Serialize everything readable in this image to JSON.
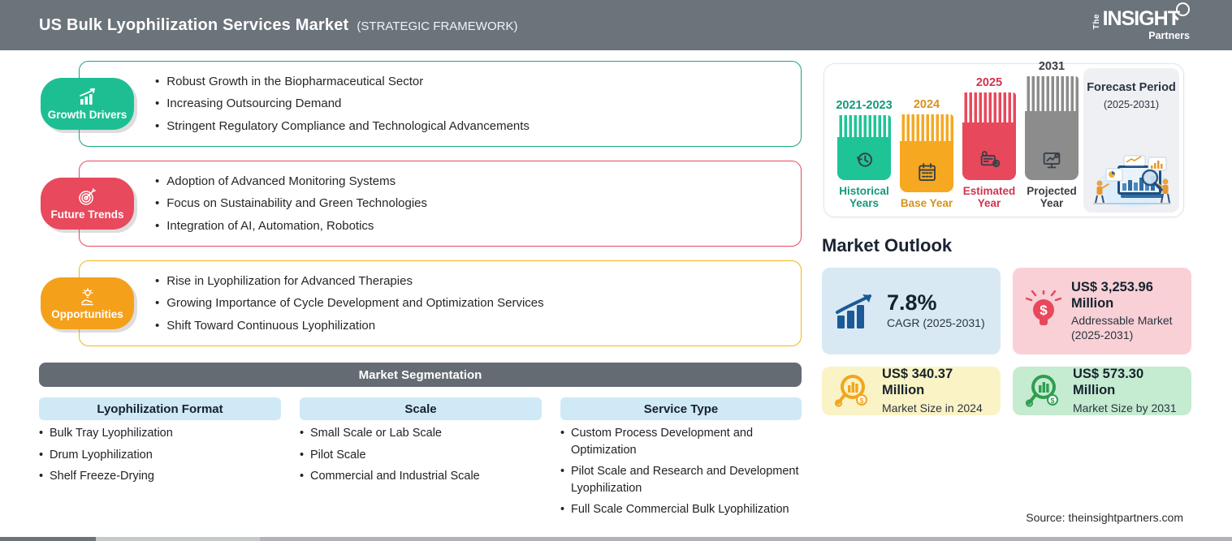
{
  "header": {
    "title": "US Bulk Lyophilization Services Market",
    "subtitle": "(STRATEGIC FRAMEWORK)",
    "logo": {
      "the": "The",
      "insight": "INSIGHT",
      "partners": "Partners"
    }
  },
  "drivers": {
    "label": "Growth Drivers",
    "items": [
      "Robust Growth in the Biopharmaceutical Sector",
      "Increasing Outsourcing Demand",
      "Stringent Regulatory Compliance and Technological Advancements"
    ]
  },
  "trends": {
    "label": "Future Trends",
    "items": [
      "Adoption of Advanced Monitoring Systems",
      "Focus on Sustainability and Green Technologies",
      "Integration of AI, Automation, Robotics"
    ]
  },
  "opportunities": {
    "label": "Opportunities",
    "items": [
      "Rise in Lyophilization for Advanced Therapies",
      "Growing Importance of Cycle Development and Optimization Services",
      "Shift Toward Continuous Lyophilization"
    ]
  },
  "segmentation": {
    "title": "Market Segmentation",
    "columns": [
      {
        "header": "Lyophilization Format",
        "items": [
          "Bulk Tray Lyophilization",
          "Drum Lyophilization",
          "Shelf Freeze-Drying"
        ]
      },
      {
        "header": "Scale",
        "items": [
          "Small Scale or Lab Scale",
          "Pilot Scale",
          "Commercial and Industrial Scale"
        ]
      },
      {
        "header": "Service Type",
        "items": [
          "Custom Process Development and Optimization",
          "Pilot Scale and Research and Development Lyophilization",
          "Full Scale Commercial Bulk Lyophilization"
        ]
      }
    ]
  },
  "timeline": {
    "bars": [
      {
        "year": "2021-2023",
        "caption": "Historical Years",
        "color": "#1EC496",
        "icon": "history-clock-icon"
      },
      {
        "year": "2024",
        "caption": "Base Year",
        "color": "#F6A821",
        "icon": "calendar-icon"
      },
      {
        "year": "2025",
        "caption": "Estimated Year",
        "color": "#E8485C",
        "icon": "estimate-calculator-icon"
      },
      {
        "year": "2031",
        "caption": "Projected Year",
        "color": "#8C8C8C",
        "icon": "projection-screen-icon"
      }
    ],
    "forecast": {
      "title": "Forecast Period",
      "range": "(2025-2031)"
    }
  },
  "outlook": {
    "title": "Market Outlook",
    "cards": [
      {
        "value": "7.8%",
        "label": "CAGR (2025-2031)",
        "icon": "growth-arrow-icon",
        "bg": "#d8e9f4"
      },
      {
        "value": "US$ 3,253.96 Million",
        "label": "Addressable Market (2025-2031)",
        "icon": "bulb-dollar-icon",
        "bg": "#f8d0d5"
      },
      {
        "value": "US$ 340.37 Million",
        "label": "Market Size in 2024",
        "icon": "magnifier-chart-icon",
        "bg": "#faf3c5"
      },
      {
        "value": "US$ 573.30 Million",
        "label": "Market Size by 2031",
        "icon": "magnifier-chart-icon",
        "bg": "#c5ebd1"
      }
    ]
  },
  "source": "Source: theinsightpartners.com",
  "chart_data": {
    "type": "bar",
    "title": "US Bulk Lyophilization Services Market — study timeline",
    "categories": [
      "Historical Years",
      "Base Year",
      "Estimated Year",
      "Projected Year"
    ],
    "tick_labels": [
      "2021-2023",
      "2024",
      "2025",
      "2031"
    ],
    "series_note": "Decorative timeline bars of increasing height; hatched caps; forecast period 2025-2031",
    "key_metrics": {
      "cagr_2025_2031": "7.8%",
      "addressable_market_2025_2031": "US$ 3,253.96 Million",
      "market_size_2024": "US$ 340.37 Million",
      "market_size_2031": "US$ 573.30 Million"
    }
  }
}
